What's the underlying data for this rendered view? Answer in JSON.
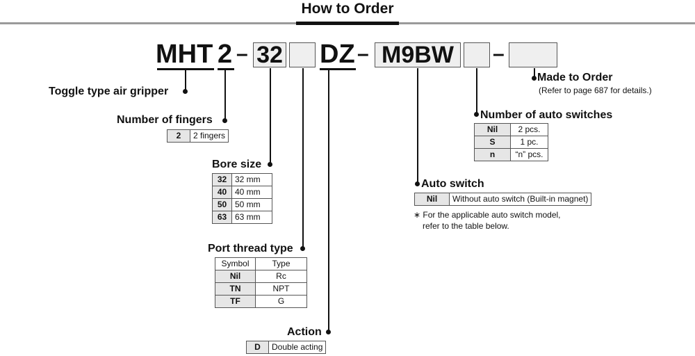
{
  "header": {
    "title": "How to Order"
  },
  "code": {
    "prefix": "MHT",
    "fingers": "2",
    "sep1": "–",
    "bore": "32",
    "action_suffix": "DZ",
    "sep2": "–",
    "switch": "M9BW",
    "sep3": "–"
  },
  "toggle": {
    "label": "Toggle type air gripper"
  },
  "fingers": {
    "label": "Number of fingers",
    "rows": [
      {
        "key": "2",
        "value": "2 fingers"
      }
    ]
  },
  "bore_size": {
    "label": "Bore size",
    "rows": [
      {
        "key": "32",
        "value": "32 mm"
      },
      {
        "key": "40",
        "value": "40 mm"
      },
      {
        "key": "50",
        "value": "50 mm"
      },
      {
        "key": "63",
        "value": "63 mm"
      }
    ]
  },
  "port_thread": {
    "label": "Port thread type",
    "headers": [
      "Symbol",
      "Type"
    ],
    "rows": [
      {
        "key": "Nil",
        "value": "Rc"
      },
      {
        "key": "TN",
        "value": "NPT"
      },
      {
        "key": "TF",
        "value": "G"
      }
    ]
  },
  "action": {
    "label": "Action",
    "rows": [
      {
        "key": "D",
        "value": "Double acting"
      }
    ]
  },
  "auto_switch": {
    "label": "Auto switch",
    "rows": [
      {
        "key": "Nil",
        "value": "Without auto switch (Built-in magnet)"
      }
    ],
    "note_line1": "∗ For the applicable auto switch model,",
    "note_line2": "refer to the table below."
  },
  "num_switches": {
    "label": "Number of auto switches",
    "rows": [
      {
        "key": "Nil",
        "value": "2 pcs."
      },
      {
        "key": "S",
        "value": "1 pc."
      },
      {
        "key": "n",
        "value": "“n” pcs."
      }
    ]
  },
  "made_to_order": {
    "label": "Made to Order",
    "note": "(Refer to page 687 for details.)"
  }
}
